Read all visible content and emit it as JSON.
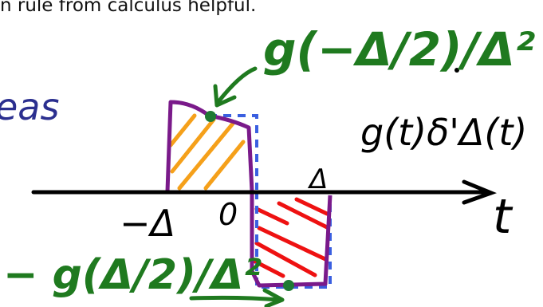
{
  "document": {
    "printed_line": "n rule from calculus helpful."
  },
  "annotations": {
    "partial_word": "eas",
    "top_label": "g(−Δ/2)/Δ²",
    "bottom_label": "− g(Δ/2)/Δ²",
    "right_label": "g(t)δ'Δ(t)",
    "tick_minus_delta": "−Δ",
    "tick_zero": "0",
    "tick_delta": "Δ",
    "axis_var": "t"
  },
  "colors": {
    "ink": "#000000",
    "blue_ink": "#2b2f8f",
    "green_ink": "#1f7a1f",
    "purple_box": "#7a1a8a",
    "orange_hatch": "#f5a01a",
    "red_hatch": "#ee1111",
    "dashed_blue": "#3a5fe0",
    "dot_green": "#1e7a33"
  }
}
